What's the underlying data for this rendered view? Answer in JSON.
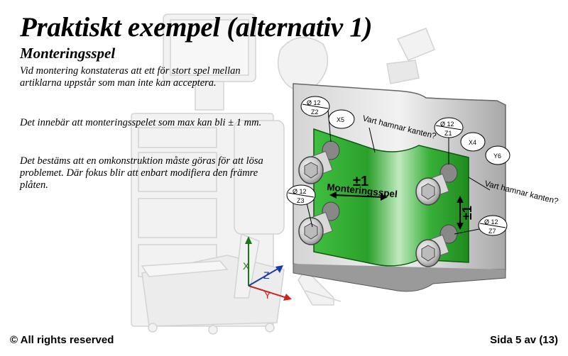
{
  "title": "Praktiskt exempel (alternativ 1)",
  "subtitle": "Monteringsspel",
  "paragraphs": [
    "Vid montering konstateras att ett för stort spel mellan artiklarna uppstår som man inte kan acceptera.",
    "Det innebär att monteringsspelet som max kan bli ± 1 mm.",
    "Det bestäms att en omkonstruktion måste göras för att lösa problemet. Där fokus blir att enbart modifiera den främre plåten."
  ],
  "diagram": {
    "callout_top": "Vart hamnar kanten?",
    "callout_right": "Vart hamnar kanten?",
    "tolerance_horizontal": "±1",
    "assembly_play_label": "Monteringsspel",
    "tolerance_vertical": "±1",
    "hole_callouts": [
      {
        "dia": "Ø 12",
        "ref": "Z2",
        "extra": [
          "X5"
        ]
      },
      {
        "dia": "Ø 12",
        "ref": "Z1",
        "extra": [
          "X4",
          "Y6"
        ]
      },
      {
        "dia": "Ø 12",
        "ref": "Z3",
        "extra": []
      },
      {
        "dia": "Ø 12",
        "ref": "Z7",
        "extra": []
      }
    ],
    "axes": {
      "x": "X",
      "y": "Y",
      "z": "Z"
    },
    "colors": {
      "green_plate": "#2aa32a",
      "back_plate": "#c8c8c8",
      "axis_x": "#1a7a1a",
      "axis_y": "#cc2222",
      "axis_z": "#1a3aa8"
    }
  },
  "footer": {
    "copyright": "© All rights reserved",
    "page": "Sida 5 av (13)"
  }
}
